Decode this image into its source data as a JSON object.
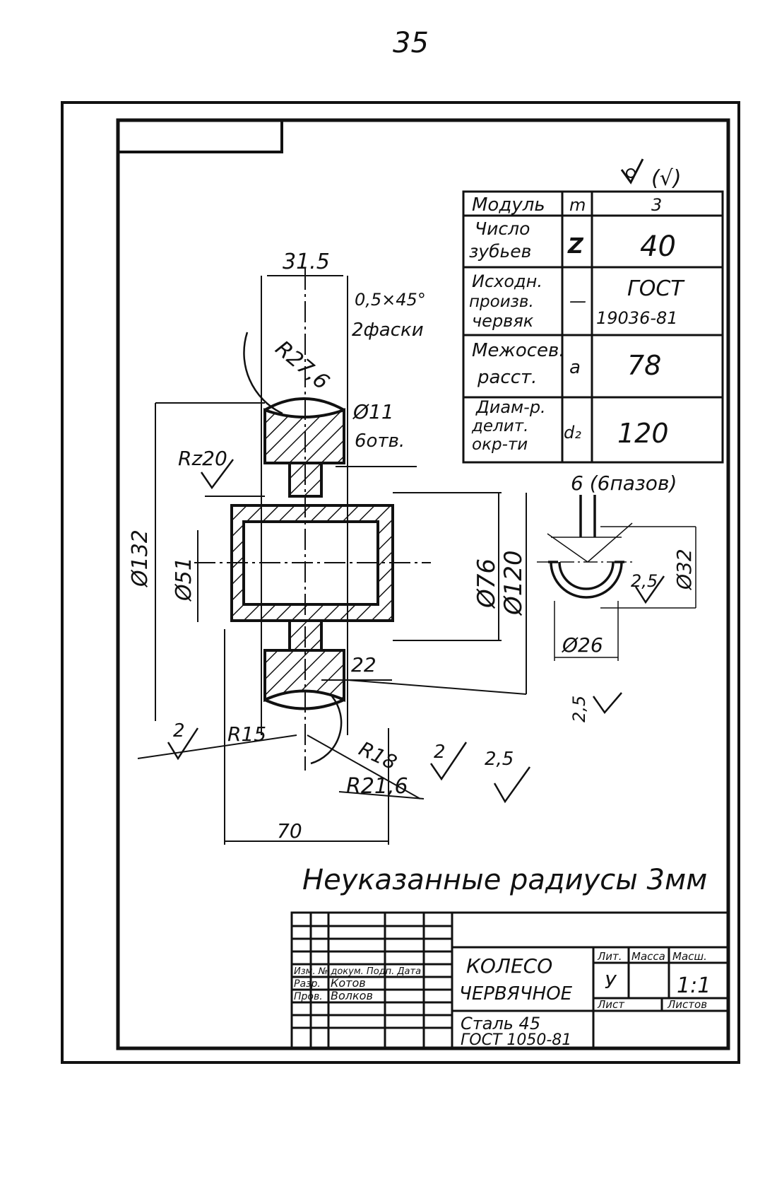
{
  "page_number": "35",
  "roughness_mark": "(√)",
  "params_table": {
    "rows": [
      {
        "name": [
          "Модуль"
        ],
        "symbol": "m",
        "value": [
          "3"
        ]
      },
      {
        "name": [
          "Число",
          "зубьев"
        ],
        "symbol": "Z",
        "value": [
          "40"
        ]
      },
      {
        "name": [
          "Исходн.",
          "произв.",
          "червяк"
        ],
        "symbol": "—",
        "value": [
          "ГОСТ",
          "19036-81"
        ]
      },
      {
        "name": [
          "Межосев.",
          "расст."
        ],
        "symbol": "a",
        "value": [
          "78"
        ]
      },
      {
        "name": [
          "Диам-р.",
          "делит.",
          "окр-ти"
        ],
        "symbol": "d₂",
        "value": [
          "120"
        ]
      }
    ]
  },
  "dimensions": {
    "width_top": "31.5",
    "chamfer": "0,5×45°",
    "chamfer_count": "2фаски",
    "radius_outer": "R27,6",
    "hole": "Ø11",
    "hole_count": "6отв.",
    "roughness_rz": "Rz20",
    "dia_outer": "Ø132",
    "dia_bore": "Ø51",
    "dia_hub": "Ø76",
    "dia_pitch": "Ø120",
    "hub_width": "22",
    "width_total": "70",
    "rough_2_left": "2",
    "rough_2_mid": "2",
    "rough_25_right": "2,5",
    "radius_15": "R15",
    "radius_18": "R18",
    "radius_216": "R21,6"
  },
  "section_view": {
    "slots": "6 (6пазов)",
    "dia_outer": "Ø32",
    "dia_inner": "Ø26",
    "rough_25": "2,5",
    "rough_25_below": "2,5"
  },
  "note": "Неуказанные радиусы 3мм",
  "title_block": {
    "part_name": [
      "КОЛЕСО",
      "ЧЕРВЯЧНОЕ"
    ],
    "material": [
      "Сталь 45",
      "ГОСТ 1050-81"
    ],
    "headers": {
      "lit": "Лит.",
      "mass": "Масса",
      "scale": "Масш."
    },
    "lit_value": "У",
    "scale_value": "1:1",
    "sheet": "Лист",
    "sheets": "Листов",
    "row_labels": [
      "Изм. № докум. Подп. Дата",
      "Разр.",
      "Пров."
    ],
    "names": [
      "Котов",
      "Волков"
    ]
  }
}
